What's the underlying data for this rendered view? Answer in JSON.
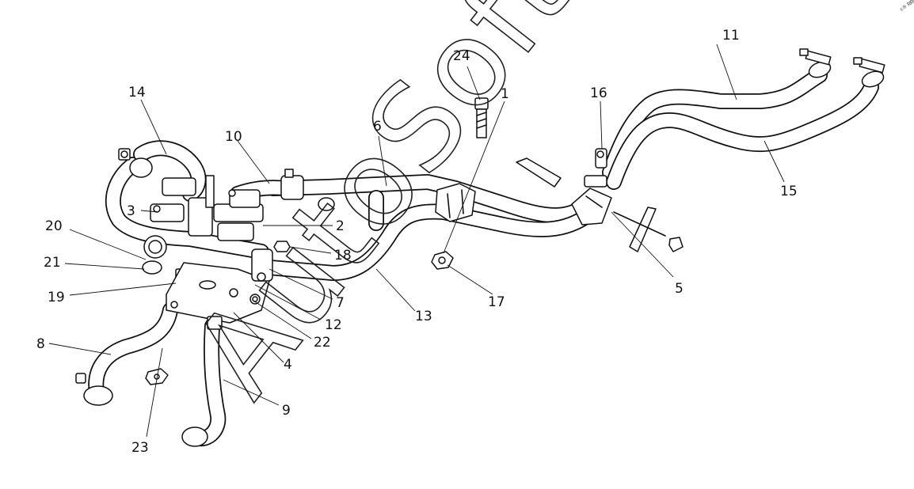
{
  "diagram": {
    "watermark": "AutoSoft",
    "corner_mark": "c® ₪₪",
    "callouts": [
      {
        "id": "1",
        "label": "1"
      },
      {
        "id": "2",
        "label": "2"
      },
      {
        "id": "3",
        "label": "3"
      },
      {
        "id": "4",
        "label": "4"
      },
      {
        "id": "5",
        "label": "5"
      },
      {
        "id": "6",
        "label": "6"
      },
      {
        "id": "7",
        "label": "7"
      },
      {
        "id": "8",
        "label": "8"
      },
      {
        "id": "9",
        "label": "9"
      },
      {
        "id": "10",
        "label": "10"
      },
      {
        "id": "11",
        "label": "11"
      },
      {
        "id": "12",
        "label": "12"
      },
      {
        "id": "13",
        "label": "13"
      },
      {
        "id": "14",
        "label": "14"
      },
      {
        "id": "15",
        "label": "15"
      },
      {
        "id": "16",
        "label": "16"
      },
      {
        "id": "17",
        "label": "17"
      },
      {
        "id": "18",
        "label": "18"
      },
      {
        "id": "19",
        "label": "19"
      },
      {
        "id": "20",
        "label": "20"
      },
      {
        "id": "21",
        "label": "21"
      },
      {
        "id": "22",
        "label": "22"
      },
      {
        "id": "23",
        "label": "23"
      },
      {
        "id": "24",
        "label": "24"
      }
    ]
  }
}
